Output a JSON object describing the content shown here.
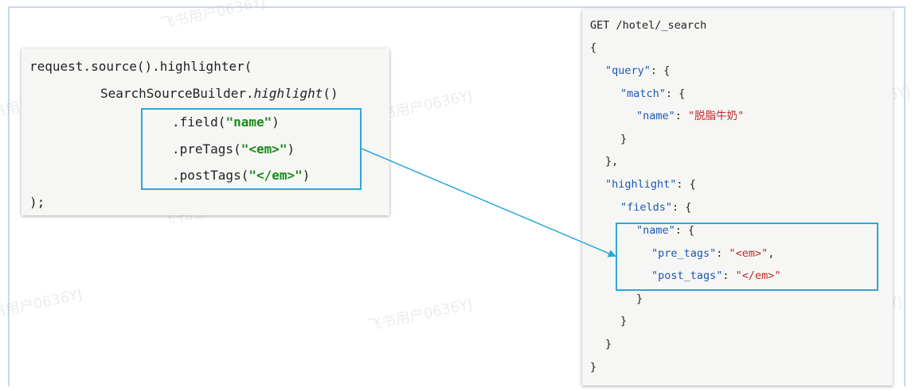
{
  "java_code": {
    "line1": "request.source().highlighter(",
    "line2_a": "SearchSourceBuilder.",
    "line2_b": "highlight",
    "line2_c": "()",
    "line3_a": ".field(",
    "line3_b": "\"name\"",
    "line3_c": ")",
    "line4_a": ".preTags(",
    "line4_b": "\"<em>\"",
    "line4_c": ")",
    "line5_a": ".postTags(",
    "line5_b": "\"</em>\"",
    "line5_c": ")",
    "line6": ");"
  },
  "json_code": {
    "l1": "GET /hotel/_search",
    "l2": "{",
    "l3_k": "\"query\"",
    "l3_r": ": {",
    "l4_k": "\"match\"",
    "l4_r": ": {",
    "l5_k": "\"name\"",
    "l5_m": ": ",
    "l5_v": "\"脱脂牛奶\"",
    "l6": "}",
    "l7": "},",
    "l8_k": "\"highlight\"",
    "l8_r": ": {",
    "l9_k": "\"fields\"",
    "l9_r": ": {",
    "l10_k": "\"name\"",
    "l10_r": ": {",
    "l11_k": "\"pre_tags\"",
    "l11_m": ": ",
    "l11_v": "\"<em>\"",
    "l11_e": ",",
    "l12_k": "\"post_tags\"",
    "l12_m": ": ",
    "l12_v": "\"</em>\"",
    "l13": "}",
    "l14": "}",
    "l15": "}",
    "l16": "}"
  },
  "watermark": "飞书用户0636YJ",
  "colors": {
    "highlight_box": "#2aa8dc",
    "key": "#1a56b8",
    "string_green": "#1a8a1a",
    "string_red": "#c0282d"
  }
}
